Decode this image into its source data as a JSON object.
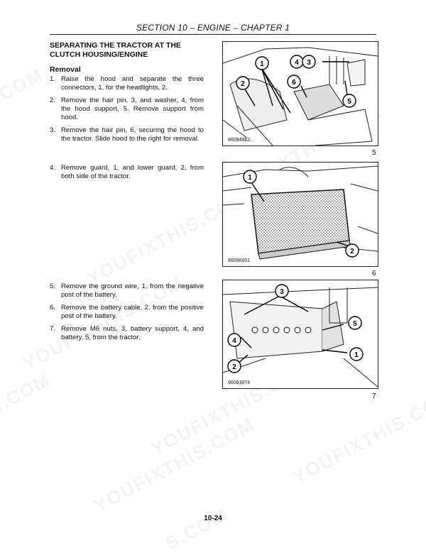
{
  "header": {
    "section": "SECTION 10 – ENGINE – CHAPTER 1"
  },
  "title": "SEPARATING THE TRACTOR AT THE CLUTCH HOUSING/ENGINE",
  "subheading": "Removal",
  "steps_a": [
    {
      "num": "1.",
      "text": "Raise the hood and separate the three connectors, 1, for the headlights, 2."
    },
    {
      "num": "2.",
      "text": "Remove the hair pin, 3, and washer, 4, from the hood support, 5. Remove support from hood."
    },
    {
      "num": "3.",
      "text": "Remove the hair pin, 6, securing the hood to the tractor. Slide hood to the right for removal."
    }
  ],
  "steps_b": [
    {
      "num": "4.",
      "text": "Remove guard, 1, and lower guard, 2, from both side of the tractor."
    }
  ],
  "steps_c": [
    {
      "num": "5.",
      "text": "Remove the ground wire, 1, from the negative post of the battery."
    },
    {
      "num": "6.",
      "text": "Remove the battery cable, 2, from the positive post of the battery."
    },
    {
      "num": "7.",
      "text": "Remove M6 nuts, 3, battery support, 4, and battery, 5, from the tractor."
    }
  ],
  "figures": [
    {
      "code": "86094962",
      "number": "5",
      "callouts": [
        "1",
        "2",
        "4",
        "3",
        "6",
        "5"
      ]
    },
    {
      "code": "86096001",
      "number": "6",
      "callouts": [
        "1",
        "2"
      ]
    },
    {
      "code": "96093074",
      "number": "7",
      "callouts": [
        "3",
        "5",
        "4",
        "1",
        "2"
      ]
    }
  ],
  "watermark": [
    "YOUFIXTHIS.COM",
    "S.COM"
  ],
  "page_number": "10-24"
}
